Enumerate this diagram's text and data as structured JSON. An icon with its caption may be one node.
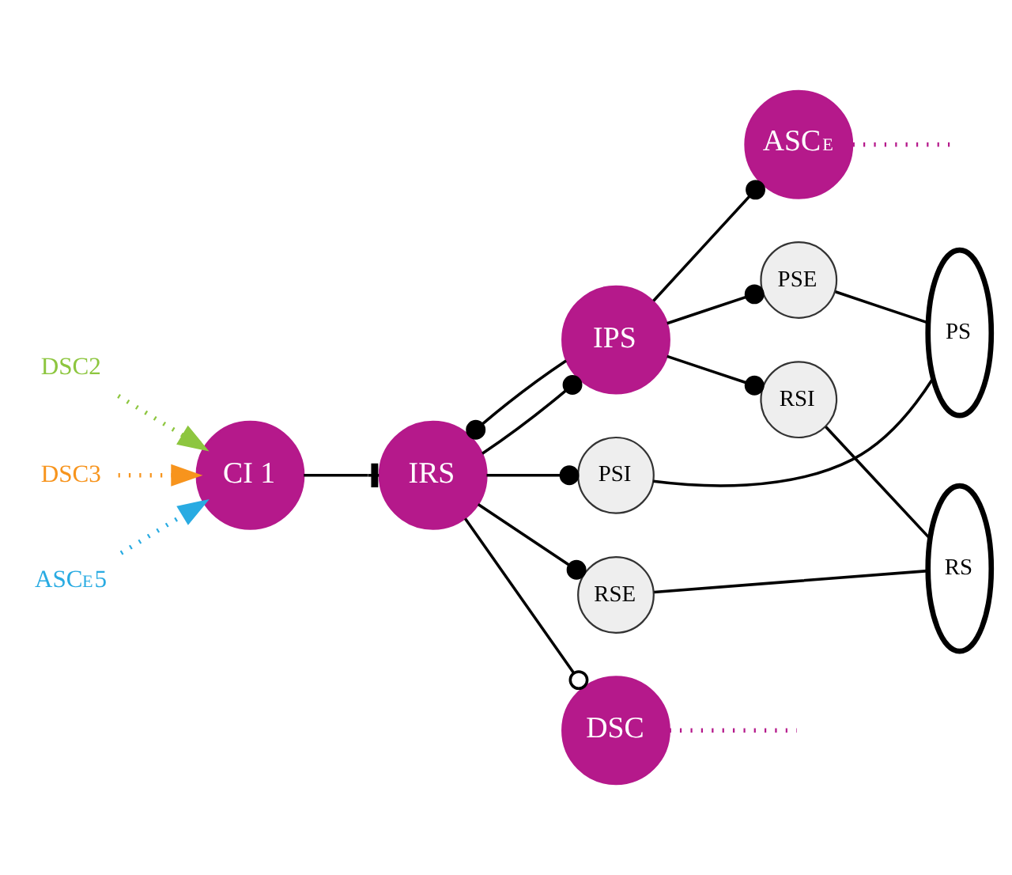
{
  "diagram": {
    "nodes": [
      {
        "text": [
          "CI 1"
        ]
      },
      {
        "text": [
          "ASC$_{E}$"
        ]
      },
      {
        "text": [
          "IPS"
        ]
      },
      {
        "text": [
          "IRS"
        ]
      },
      {
        "text": [
          "DSC"
        ]
      },
      {
        "text": [
          "PSE"
        ]
      },
      {
        "text": [
          "RSI"
        ]
      },
      {
        "text": [
          "PSI"
        ]
      },
      {
        "text": [
          "RSE"
        ]
      },
      {
        "text": [
          "PS"
        ]
      },
      {
        "text": [
          "RS"
        ]
      },
      {
        "text": [
          "DSC2"
        ]
      },
      {
        "text": [
          "DSC3"
        ]
      },
      {
        "text": [
          "ASC$_{E}$5"
        ]
      }
    ],
    "edges": [
      {
        "from": 11,
        "to": 0,
        "arrow": "to",
        "style": "dashed",
        "color": "#8dc63f"
      },
      {
        "from": 12,
        "to": 0,
        "arrow": "to",
        "style": "dashed",
        "color": "#f7941d"
      },
      {
        "from": 13,
        "to": 0,
        "arrow": "to",
        "style": "dashed",
        "color": "#29abe2"
      },
      {
        "from": 0,
        "to": 3,
        "arrow": "other"
      },
      {
        "from": 1,
        "to": null,
        "arrow": "none",
        "style": "dashed",
        "color": "#b5198b"
      },
      {
        "from": 2,
        "to": 1,
        "arrow": "other"
      },
      {
        "from": 2,
        "to": 5,
        "arrow": "other"
      },
      {
        "from": 2,
        "to": 6,
        "arrow": "other"
      },
      {
        "from": 3,
        "to": 2,
        "arrow": "other"
      },
      {
        "from": 2,
        "to": 3,
        "arrow": "other"
      },
      {
        "from": 3,
        "to": 7,
        "arrow": "other"
      },
      {
        "from": 3,
        "to": 8,
        "arrow": "other"
      },
      {
        "from": 3,
        "to": 4,
        "arrow": "other"
      },
      {
        "from": 4,
        "to": null,
        "arrow": "none",
        "style": "dashed",
        "color": "#b5198b"
      },
      {
        "from": 5,
        "to": 9,
        "arrow": "none"
      },
      {
        "from": 6,
        "to": 10,
        "arrow": "none"
      },
      {
        "from": 7,
        "to": 9,
        "arrow": "none"
      },
      {
        "from": 8,
        "to": 10,
        "arrow": "none"
      }
    ]
  }
}
